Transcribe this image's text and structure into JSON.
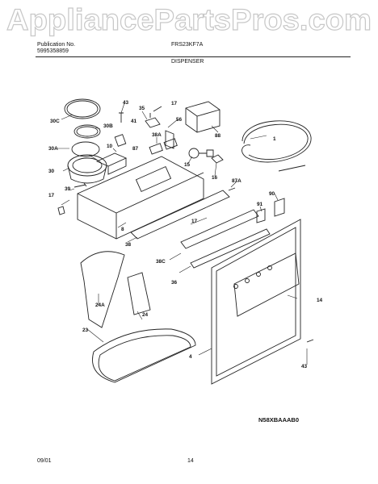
{
  "watermark": {
    "text": "AppliancePartsPros.com",
    "color": "#d2d2d2"
  },
  "header": {
    "publication_label": "Publication No.",
    "publication_number": "5995358859",
    "model": "FRS23KF7A",
    "section": "DISPENSER"
  },
  "callouts": [
    "43",
    "35",
    "17",
    "30C",
    "30B",
    "41",
    "56",
    "30A",
    "10",
    "87",
    "38A",
    "88",
    "1",
    "15",
    "16",
    "30",
    "39",
    "87A",
    "17",
    "90",
    "91",
    "8",
    "17",
    "38",
    "38C",
    "36",
    "14",
    "24A",
    "24",
    "23",
    "4",
    "43"
  ],
  "diagram_code": "N58XBAAAB0",
  "footer": {
    "date": "09/01",
    "page": "14"
  }
}
